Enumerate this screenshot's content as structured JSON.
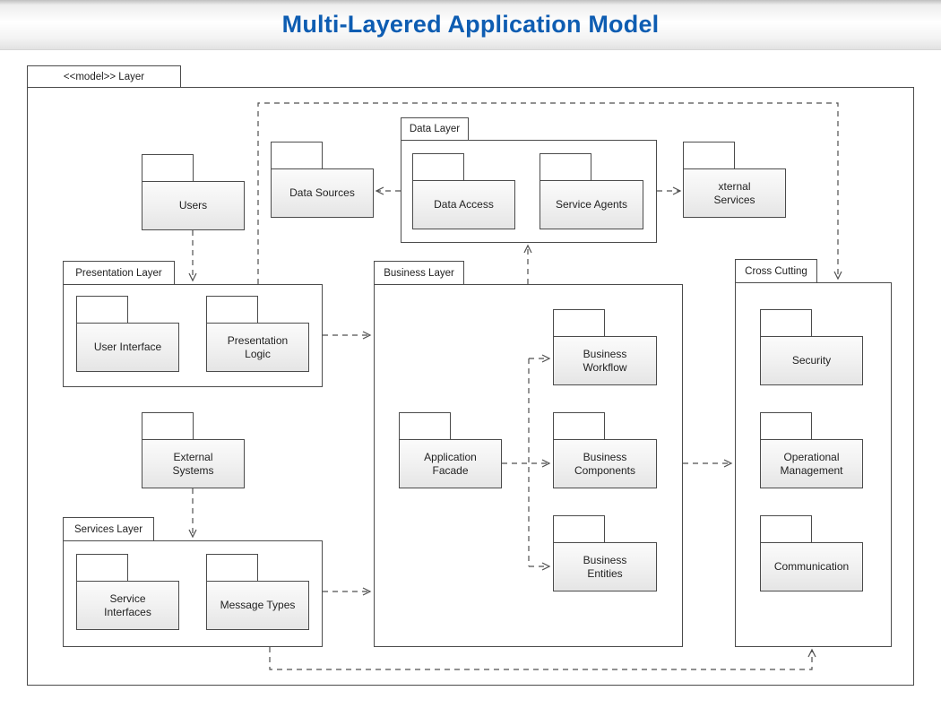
{
  "title": "Multi-Layered Application Model",
  "diagram": {
    "model_tab": "<<model>> Layer",
    "layers": [
      {
        "label": "Data Layer"
      },
      {
        "label": "Presentation Layer"
      },
      {
        "label": "Business Layer"
      },
      {
        "label": "Cross Cutting"
      },
      {
        "label": "Services Layer"
      }
    ],
    "packages": [
      {
        "label": "Users"
      },
      {
        "label": "Data Sources"
      },
      {
        "label": "Data Access"
      },
      {
        "label": "Service Agents"
      },
      {
        "label": "xternal Services"
      },
      {
        "label": "User Interface"
      },
      {
        "label": "Presentation Logic"
      },
      {
        "label": "External Systems"
      },
      {
        "label": "Service Interfaces"
      },
      {
        "label": "Message Types"
      },
      {
        "label": "Application Facade"
      },
      {
        "label": "Business Workflow"
      },
      {
        "label": "Business Components"
      },
      {
        "label": "Business Entities"
      },
      {
        "label": "Security"
      },
      {
        "label": "Operational Management"
      },
      {
        "label": "Communication"
      }
    ],
    "edges": [
      {
        "from": "users",
        "to": "presentation-layer",
        "style": "dashed-open-arrow"
      },
      {
        "from": "data-layer",
        "to": "data-sources",
        "style": "dashed-open-arrow"
      },
      {
        "from": "data-layer",
        "to": "xternal-services",
        "style": "dashed-open-arrow"
      },
      {
        "from": "business-layer",
        "to": "data-layer",
        "style": "dashed-open-arrow"
      },
      {
        "from": "presentation-layer",
        "to": "business-layer",
        "style": "dashed-open-arrow"
      },
      {
        "from": "external-systems",
        "to": "services-layer",
        "style": "dashed-open-arrow"
      },
      {
        "from": "services-layer",
        "to": "business-layer",
        "style": "dashed-open-arrow"
      },
      {
        "from": "application-facade",
        "to": "business-workflow",
        "style": "dashed-open-arrow"
      },
      {
        "from": "application-facade",
        "to": "business-components",
        "style": "dashed-open-arrow"
      },
      {
        "from": "application-facade",
        "to": "business-entities",
        "style": "dashed-open-arrow"
      },
      {
        "from": "business-layer",
        "to": "cross-cutting",
        "style": "dashed-open-arrow"
      },
      {
        "from": "dashed-boundary",
        "to": "cross-cutting-top",
        "style": "dashed-open-arrow"
      },
      {
        "from": "services-layer-bottom",
        "to": "cross-cutting-bottom",
        "style": "dashed-open-arrow"
      }
    ],
    "colors": {
      "title_blue": "#0e5db2",
      "line_gray": "#4f4f4f",
      "package_fill_bottom": "#e5e5e5"
    }
  }
}
